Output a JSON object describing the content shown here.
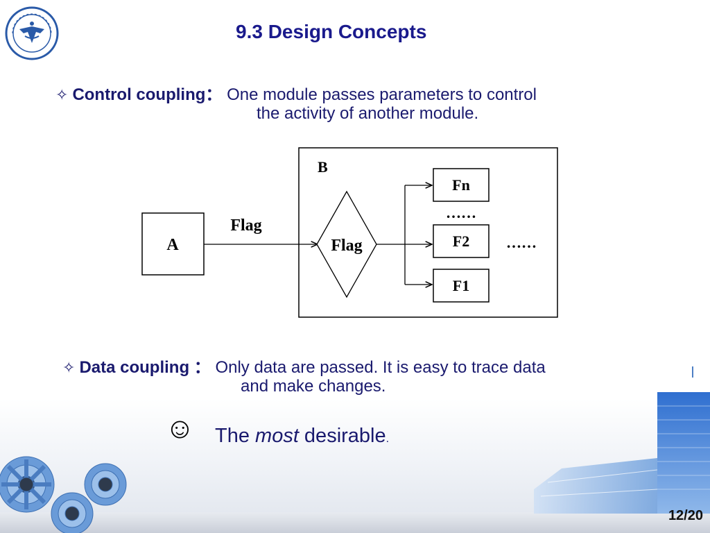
{
  "slide": {
    "title": "9.3  Design Concepts",
    "page_number": "12/20"
  },
  "control_coupling": {
    "icon": "four-pointed-star-icon",
    "term": "Control coupling：",
    "desc_line1": "One module passes parameters to control",
    "desc_line2": "the activity of another module."
  },
  "diagram": {
    "module_a": "A",
    "module_b": "B",
    "arrow_label": "Flag",
    "decision_label": "Flag",
    "fn": "Fn",
    "f2": "F2",
    "f1": "F1",
    "dots_between": "……",
    "dots_right": "……"
  },
  "data_coupling": {
    "icon": "four-pointed-star-icon",
    "term": "Data coupling ：",
    "desc_line1": "Only data are passed. It is easy to trace data",
    "desc_line2": "and make changes."
  },
  "conclusion": {
    "smiley": "☺",
    "text_before": "The ",
    "text_emph": "most",
    "text_after": " desirable",
    "text_end": "."
  },
  "colors": {
    "title": "#1a1a8c",
    "body_text": "#1a1a6e",
    "accent_blue": "#2a5aa8"
  }
}
